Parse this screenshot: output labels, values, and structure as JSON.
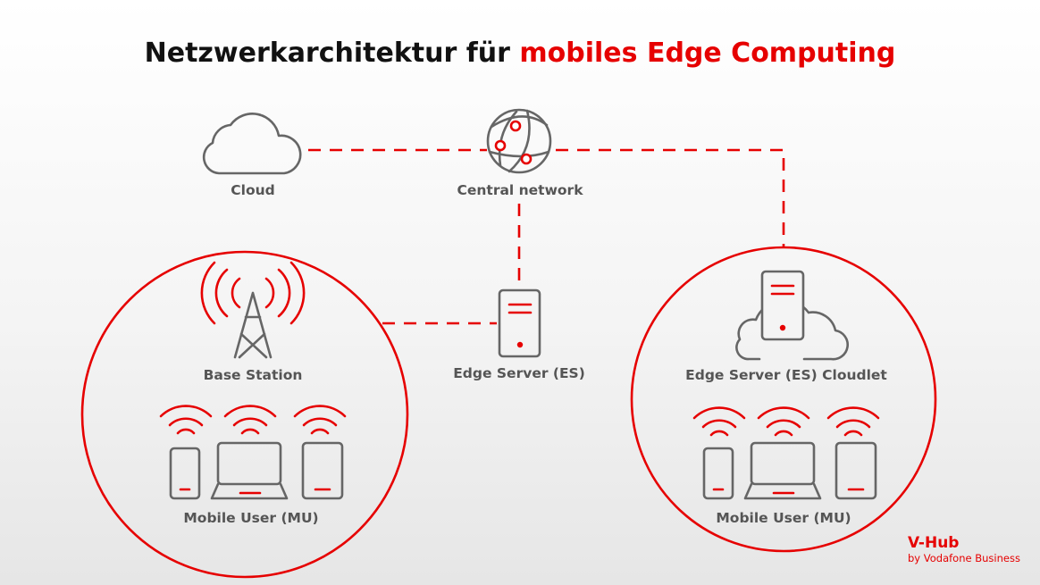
{
  "title": {
    "part1": "Netzwerkarchitektur für ",
    "part2": "mobiles Edge Computing"
  },
  "nodes": {
    "cloud": "Cloud",
    "central_network": "Central network",
    "base_station": "Base Station",
    "edge_server": "Edge Server (ES)",
    "edge_cloudlet": "Edge Server (ES) Cloudlet",
    "mobile_user_left": "Mobile User (MU)",
    "mobile_user_right": "Mobile User (MU)"
  },
  "brand": {
    "name": "V-Hub",
    "sub": "by Vodafone Business"
  },
  "colors": {
    "accent": "#e60000",
    "icon": "#666666",
    "text": "#111111"
  }
}
